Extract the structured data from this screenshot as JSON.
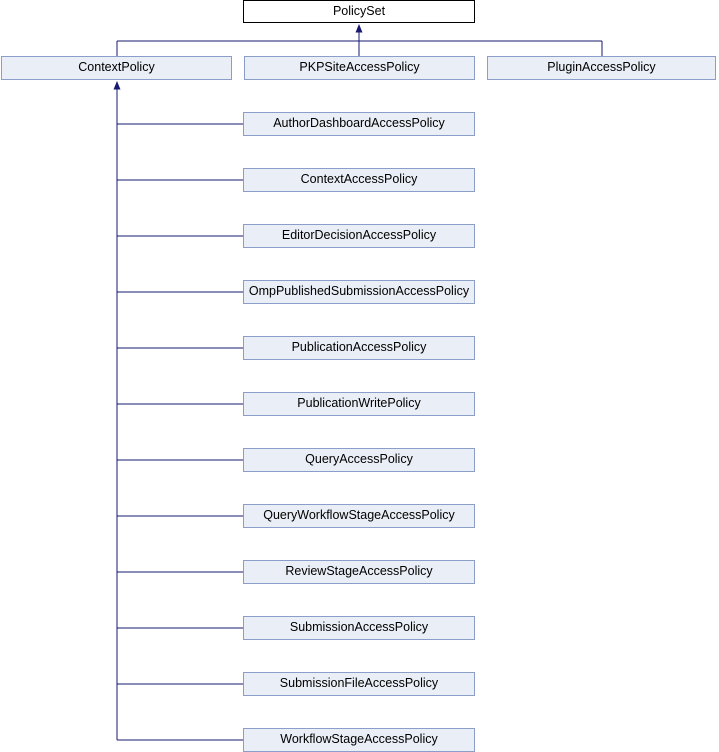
{
  "diagram_type": "class-inheritance-graph",
  "nodes": {
    "root": "PolicySet",
    "level2": [
      "ContextPolicy",
      "PKPSiteAccessPolicy",
      "PluginAccessPolicy"
    ],
    "context_children": [
      "AuthorDashboardAccessPolicy",
      "ContextAccessPolicy",
      "EditorDecisionAccessPolicy",
      "OmpPublishedSubmissionAccessPolicy",
      "PublicationAccessPolicy",
      "PublicationWritePolicy",
      "QueryAccessPolicy",
      "QueryWorkflowStageAccessPolicy",
      "ReviewStageAccessPolicy",
      "SubmissionAccessPolicy",
      "SubmissionFileAccessPolicy",
      "WorkflowStageAccessPolicy"
    ],
    "edge_semantics": "arrows point from derived class toward base class"
  },
  "colors": {
    "edge": "#191970",
    "node-fill": "#EAEEF6",
    "node-border": "#8B9DC9",
    "root-fill": "#FFFFFF",
    "root-border": "#000000",
    "text": "#000000"
  }
}
